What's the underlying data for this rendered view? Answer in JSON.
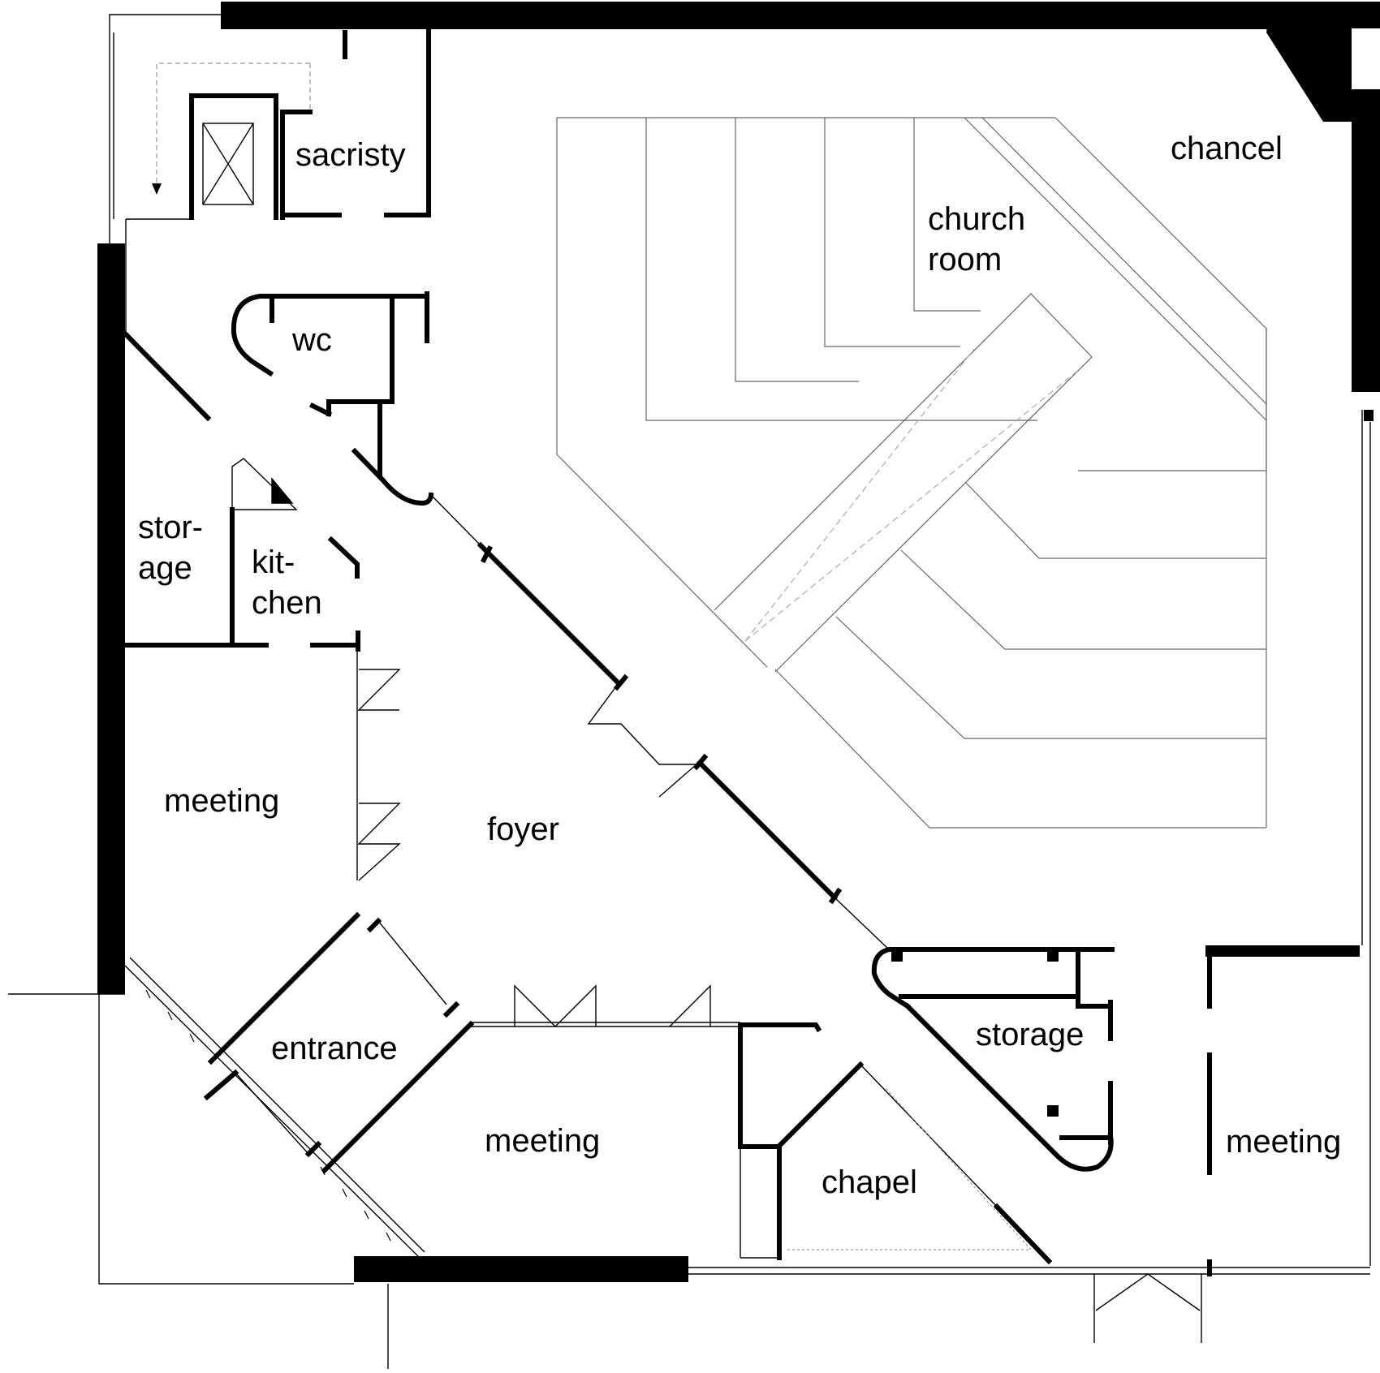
{
  "plan": {
    "rooms": {
      "sacristy": "sacristy",
      "chancel": "chancel",
      "church_room": "church\nroom",
      "wc": "wc",
      "storage_left": "stor-\nage",
      "kitchen": "kit-\nchen",
      "meeting_left": "meeting",
      "foyer": "foyer",
      "entrance": "entrance",
      "meeting_bottom": "meeting",
      "chapel": "chapel",
      "storage_right": "storage",
      "meeting_right": "meeting"
    }
  }
}
